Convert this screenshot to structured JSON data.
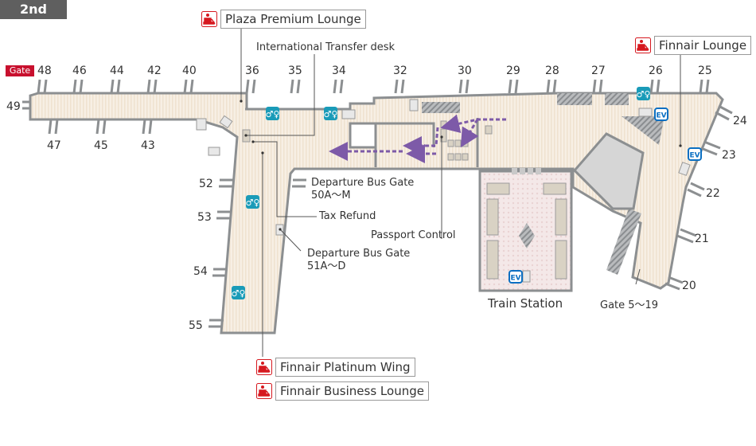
{
  "floor": {
    "label": "2nd Floor"
  },
  "gate_badge": "Gate",
  "colors": {
    "floor": "#f6ecdf",
    "wall": "#8c8f91",
    "hatch": "#9a9c9e",
    "void": "#d6d6d6",
    "station": "#f3e6e6",
    "route": "#7d5aa8",
    "toilet": "#1a9bb8",
    "ev": "#0a6fc2",
    "lounge_icon": "#d6181f",
    "badge": "#5f5f5f",
    "gate_badge": "#c8102e"
  },
  "gates_top": [
    "48",
    "46",
    "44",
    "42",
    "40",
    "36",
    "35",
    "34",
    "32",
    "30",
    "29",
    "28",
    "27",
    "26",
    "25"
  ],
  "gates_bottom": [
    "47",
    "45",
    "43"
  ],
  "gate_49": "49",
  "gates_right": [
    "24",
    "23",
    "22",
    "21",
    "20"
  ],
  "gates_pier": [
    "52",
    "53",
    "54",
    "55"
  ],
  "lounges": {
    "plaza_premium": "Plaza Premium Lounge",
    "finnair_lounge": "Finnair Lounge",
    "finnair_platinum": "Finnair Platinum Wing",
    "finnair_business": "Finnair Business Lounge"
  },
  "labels": {
    "transfer_desk": "International Transfer desk",
    "bus_gate_50_line1": "Departure Bus Gate",
    "bus_gate_50_line2": "50A～M",
    "tax_refund": "Tax Refund",
    "passport_control": "Passport Control",
    "bus_gate_51_line1": "Departure Bus Gate",
    "bus_gate_51_line2": "51A～D",
    "train_station": "Train Station",
    "gate_5_19": "Gate 5～19"
  },
  "icons": {
    "toilet": "toilet-icon",
    "elevator": "EV",
    "lounge": "lounge-icon",
    "stairs": "stairs-icon",
    "escalator": "escalator-icon"
  }
}
